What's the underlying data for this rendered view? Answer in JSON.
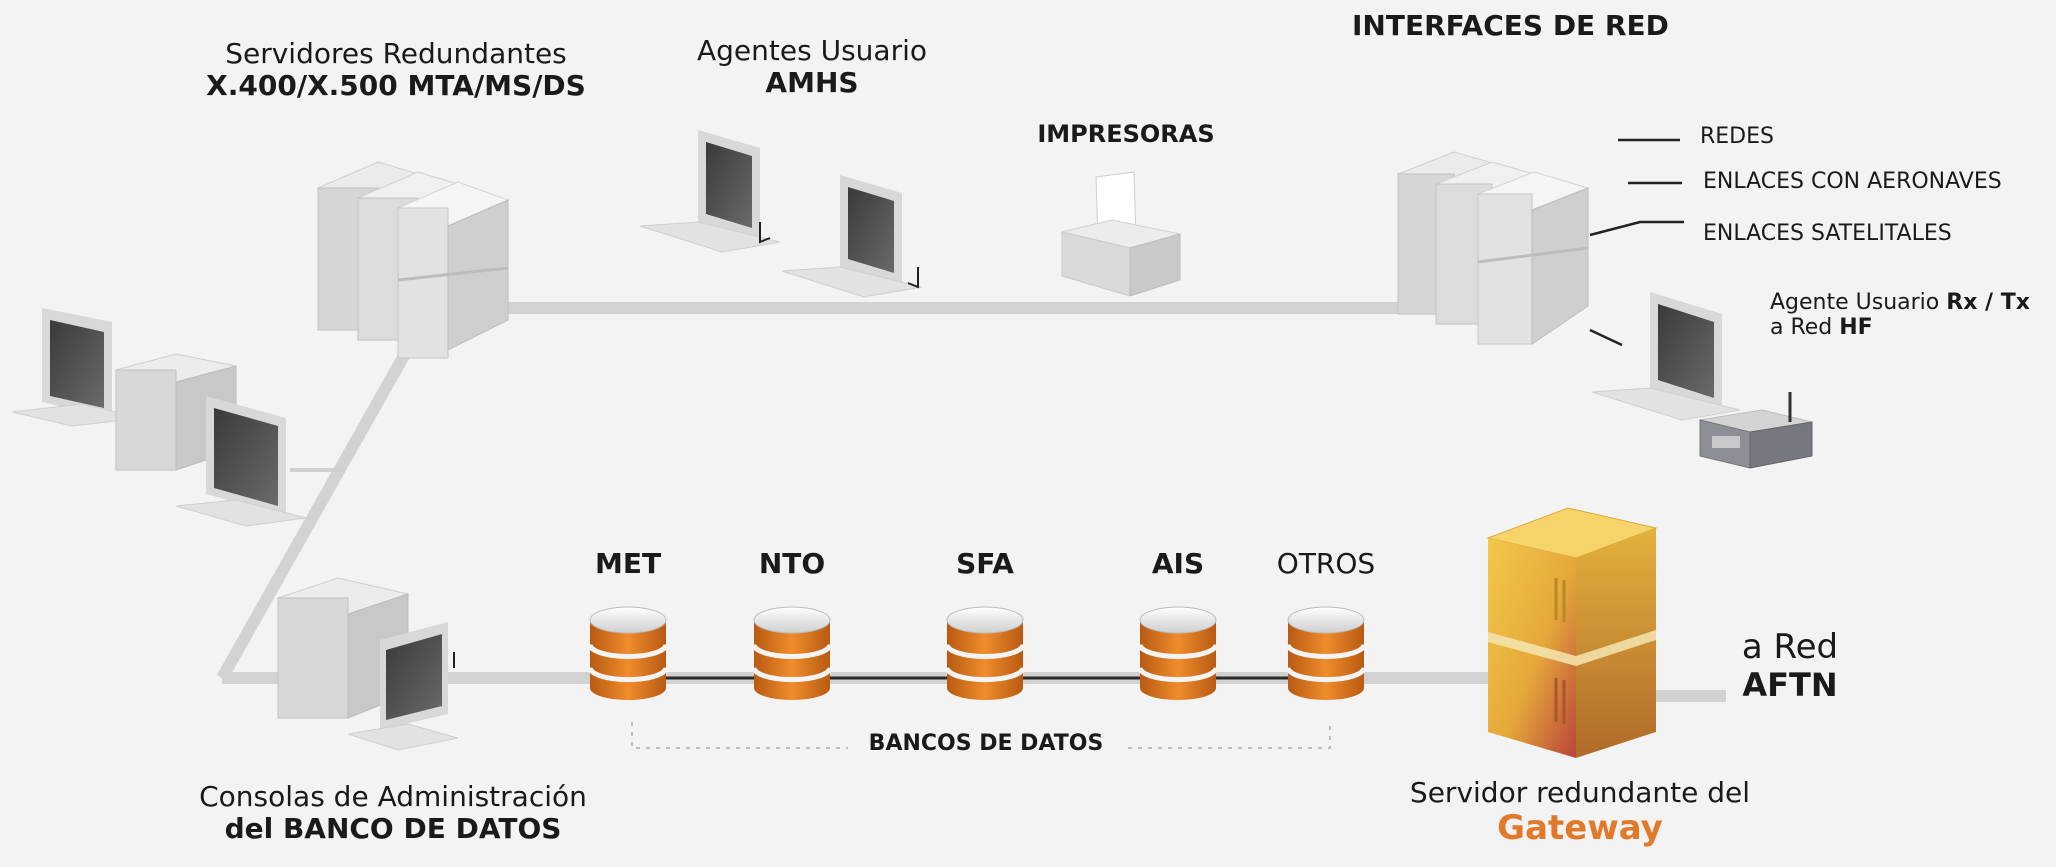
{
  "title": "INTERFACES DE RED",
  "servers": {
    "line1": "Servidores Redundantes",
    "line2": "X.400/X.500 MTA/MS/DS"
  },
  "agents": {
    "line1": "Agentes Usuario",
    "line2": "AMHS"
  },
  "printers": {
    "label": "IMPRESORAS"
  },
  "network_interfaces": [
    {
      "label": "REDES"
    },
    {
      "label": "ENLACES CON AERONAVES"
    },
    {
      "label": "ENLACES SATELITALES"
    }
  ],
  "hf_agent": {
    "prefix": "Agente Usuario ",
    "bold1": "Rx / Tx",
    "line2_prefix": "a Red ",
    "bold2": "HF"
  },
  "databases": [
    {
      "label": "MET",
      "bold": true
    },
    {
      "label": "NTO",
      "bold": true
    },
    {
      "label": "SFA",
      "bold": true
    },
    {
      "label": "AIS",
      "bold": true
    },
    {
      "label": "OTROS",
      "bold": false
    }
  ],
  "databanks_label": "BANCOS DE DATOS",
  "admin": {
    "line1": "Consolas de Administración",
    "line2": "del BANCO DE DATOS"
  },
  "gateway": {
    "line1": "Servidor redundante del",
    "line2": "Gateway"
  },
  "aftn": {
    "line1": "a Red",
    "line2": "AFTN"
  },
  "colors": {
    "gateway_accent": "#e07a2a",
    "link": "#d2d2d2",
    "db_orange": "#e27a1e"
  }
}
